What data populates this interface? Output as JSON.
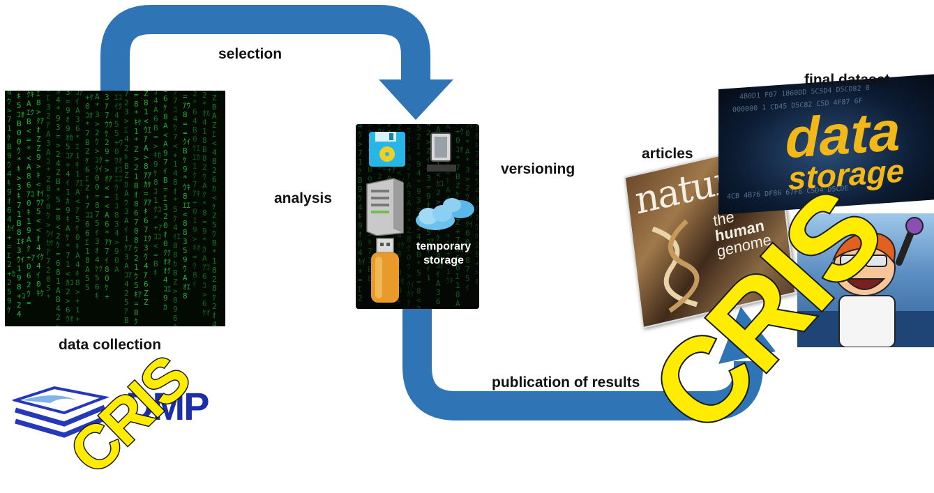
{
  "labels": {
    "selection": "selection",
    "analysis": "analysis",
    "versioning": "versioning",
    "data_collection": "data collection",
    "publication": "publication of results",
    "articles": "articles",
    "final_dataset": "final dataset"
  },
  "temp_storage": {
    "line1": "temporary",
    "line2": "storage"
  },
  "dmp_logo": {
    "text": "DMP"
  },
  "stamp": {
    "text": "CRIS"
  },
  "journal_cover": {
    "masthead": "nature",
    "line1": "the",
    "line2": "human",
    "line3": "genome"
  },
  "dataset_image": {
    "word1": "data",
    "word2": "storage"
  },
  "colors": {
    "arrow": "#2f74b5",
    "stamp_fill": "#ffec00",
    "matrix_green": "#1fbf3a",
    "dmp_blue": "#1a2fa8"
  }
}
